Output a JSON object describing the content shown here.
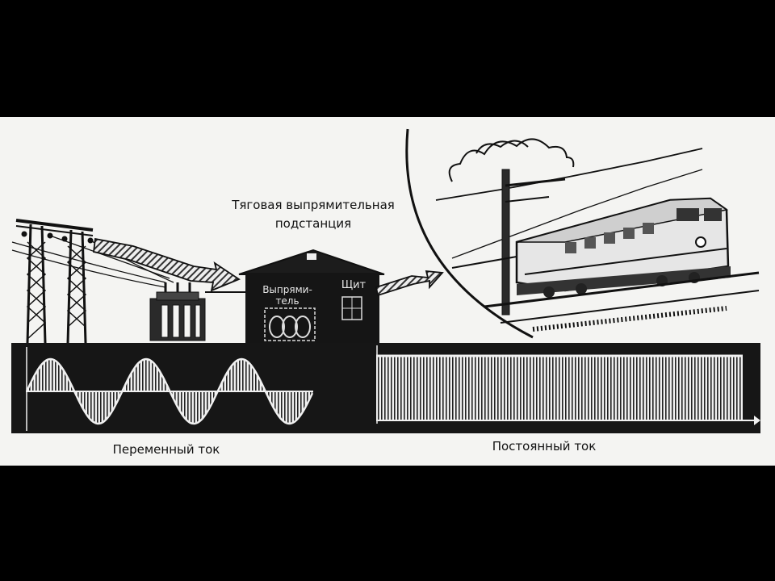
{
  "diagram": {
    "title_line1": "Тяговая выпрямительная",
    "title_line2": "подстанция",
    "rectifier_line1": "Выпрями-",
    "rectifier_line2": "тель",
    "panel_label": "Щит",
    "ac_label": "Переменный ток",
    "dc_label": "Постоянный ток"
  },
  "colors": {
    "frame": "#000000",
    "paper": "#f4f4f2",
    "ink": "#111111"
  }
}
